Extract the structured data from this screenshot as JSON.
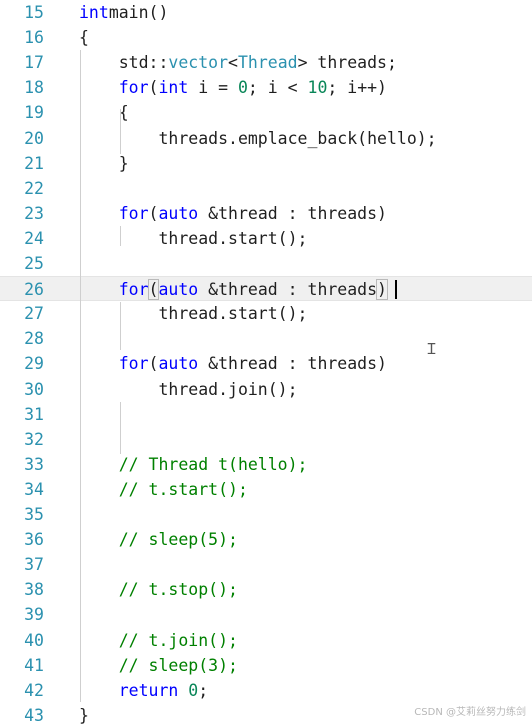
{
  "editor": {
    "lines": [
      {
        "n": "15",
        "tokens": [
          [
            "kw",
            "int"
          ],
          [
            "",
            "main()"
          ]
        ]
      },
      {
        "n": "16",
        "tokens": [
          [
            "",
            "{"
          ]
        ]
      },
      {
        "n": "17",
        "tokens": [
          [
            "",
            "    std::"
          ],
          [
            "ty",
            "vector"
          ],
          [
            "",
            "<"
          ],
          [
            "ty",
            "Thread"
          ],
          [
            "",
            "> threads;"
          ]
        ]
      },
      {
        "n": "18",
        "tokens": [
          [
            "kw",
            "    for"
          ],
          [
            "",
            "("
          ],
          [
            "kw",
            "int"
          ],
          [
            "",
            " i = "
          ],
          [
            "nm",
            "0"
          ],
          [
            "",
            "; i < "
          ],
          [
            "nm",
            "10"
          ],
          [
            "",
            "; i++)"
          ]
        ]
      },
      {
        "n": "19",
        "tokens": [
          [
            "",
            "    {"
          ]
        ]
      },
      {
        "n": "20",
        "tokens": [
          [
            "",
            "        threads.emplace_back(hello);"
          ]
        ]
      },
      {
        "n": "21",
        "tokens": [
          [
            "",
            "    }"
          ]
        ]
      },
      {
        "n": "22",
        "tokens": []
      },
      {
        "n": "23",
        "tokens": [
          [
            "kw",
            "    for"
          ],
          [
            "",
            "("
          ],
          [
            "kw",
            "auto"
          ],
          [
            "",
            " &thread : threads)"
          ]
        ]
      },
      {
        "n": "24",
        "tokens": [
          [
            "",
            "        thread.start();"
          ]
        ]
      },
      {
        "n": "25",
        "tokens": []
      },
      {
        "n": "26",
        "tokens": [
          [
            "kw",
            "    for"
          ],
          [
            "hl",
            "("
          ],
          [
            "kw",
            "auto"
          ],
          [
            "",
            " &thread : threads"
          ],
          [
            "hl",
            ")"
          ]
        ]
      },
      {
        "n": "27",
        "tokens": [
          [
            "",
            "        thread.start();"
          ]
        ]
      },
      {
        "n": "28",
        "tokens": []
      },
      {
        "n": "29",
        "tokens": [
          [
            "kw",
            "    for"
          ],
          [
            "",
            "("
          ],
          [
            "kw",
            "auto"
          ],
          [
            "",
            " &thread : threads)"
          ]
        ]
      },
      {
        "n": "30",
        "tokens": [
          [
            "",
            "        thread.join();"
          ]
        ]
      },
      {
        "n": "31",
        "tokens": []
      },
      {
        "n": "32",
        "tokens": []
      },
      {
        "n": "33",
        "tokens": [
          [
            "cm",
            "    // Thread t(hello);"
          ]
        ]
      },
      {
        "n": "34",
        "tokens": [
          [
            "cm",
            "    // t.start();"
          ]
        ]
      },
      {
        "n": "35",
        "tokens": []
      },
      {
        "n": "36",
        "tokens": [
          [
            "cm",
            "    // sleep(5);"
          ]
        ]
      },
      {
        "n": "37",
        "tokens": []
      },
      {
        "n": "38",
        "tokens": [
          [
            "cm",
            "    // t.stop();"
          ]
        ]
      },
      {
        "n": "39",
        "tokens": []
      },
      {
        "n": "40",
        "tokens": [
          [
            "cm",
            "    // t.join();"
          ]
        ]
      },
      {
        "n": "41",
        "tokens": [
          [
            "cm",
            "    // sleep(3);"
          ]
        ]
      },
      {
        "n": "42",
        "tokens": [
          [
            "kw",
            "    return"
          ],
          [
            "",
            " "
          ],
          [
            "nm",
            "0"
          ],
          [
            "",
            ";"
          ]
        ]
      },
      {
        "n": "43",
        "tokens": [
          [
            "",
            "}"
          ]
        ]
      }
    ],
    "current_line": "26"
  },
  "watermark": "CSDN @艾莉丝努力练剑"
}
